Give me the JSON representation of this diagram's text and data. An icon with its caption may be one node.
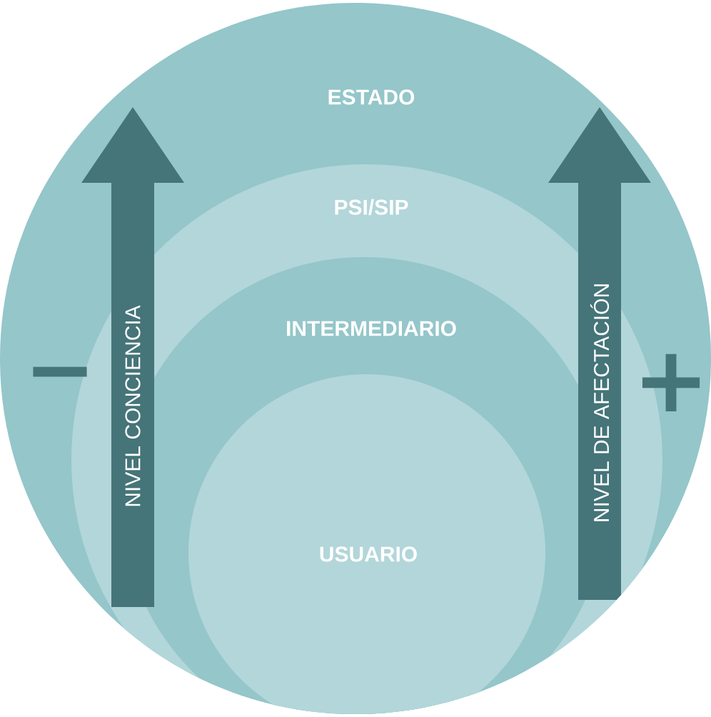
{
  "diagram": {
    "nodes": [
      {
        "text": [
          "ESTADO"
        ]
      },
      {
        "text": [
          "PSI/SIP"
        ],
        "in": 0
      },
      {
        "text": [
          "INTERMEDIARIO"
        ],
        "in": 1
      },
      {
        "text": [
          "USUARIO"
        ],
        "in": 2
      },
      {
        "text": [
          "NIVEL CONCIENCIA"
        ],
        "in": 0
      },
      {
        "text": [
          "NIVEL DE AFECTACIÓN"
        ],
        "in": 0
      }
    ],
    "labels": [
      "−",
      "+"
    ]
  }
}
